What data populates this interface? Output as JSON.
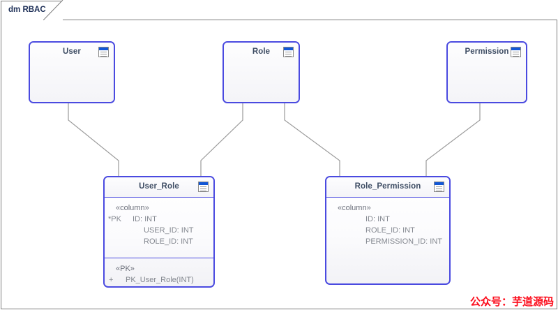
{
  "tab": {
    "label": "dm RBAC"
  },
  "watermark": {
    "text": "公众号：芋道源码"
  },
  "colors": {
    "node_border": "#4a4ae0",
    "node_title": "#3d4c63",
    "attribute_text": "#83878f",
    "stereotype_text": "#6b6f7a",
    "connector": "#9a9a9a",
    "watermark": "#fc0d1c",
    "canvas_border": "#7c7c7c",
    "icon_titlebar": "#1257d6"
  },
  "diagram": {
    "type": "uml-class-diagram",
    "nodes": [
      {
        "id": "user",
        "title": "User",
        "icon": "table-icon",
        "compartments": []
      },
      {
        "id": "role",
        "title": "Role",
        "icon": "table-icon",
        "compartments": []
      },
      {
        "id": "permission",
        "title": "Permission",
        "icon": "table-icon",
        "compartments": []
      },
      {
        "id": "user_role",
        "title": "User_Role",
        "icon": "table-icon",
        "compartments": [
          {
            "stereotype": "«column»",
            "rows": [
              {
                "prefix": "*PK",
                "text": "ID: INT"
              },
              {
                "prefix": "",
                "text": "USER_ID: INT"
              },
              {
                "prefix": "",
                "text": "ROLE_ID: INT"
              }
            ]
          },
          {
            "stereotype": "«PK»",
            "operations": [
              {
                "visibility": "+",
                "text": "PK_User_Role(INT)"
              }
            ]
          }
        ]
      },
      {
        "id": "role_permission",
        "title": "Role_Permission",
        "icon": "table-icon",
        "compartments": [
          {
            "stereotype": "«column»",
            "rows": [
              {
                "prefix": "",
                "text": "ID: INT"
              },
              {
                "prefix": "",
                "text": "ROLE_ID: INT"
              },
              {
                "prefix": "",
                "text": "PERMISSION_ID: INT"
              }
            ]
          }
        ]
      }
    ],
    "connections": [
      {
        "from": "user",
        "to": "user_role"
      },
      {
        "from": "role",
        "to": "user_role"
      },
      {
        "from": "role",
        "to": "role_permission"
      },
      {
        "from": "permission",
        "to": "role_permission"
      }
    ]
  }
}
